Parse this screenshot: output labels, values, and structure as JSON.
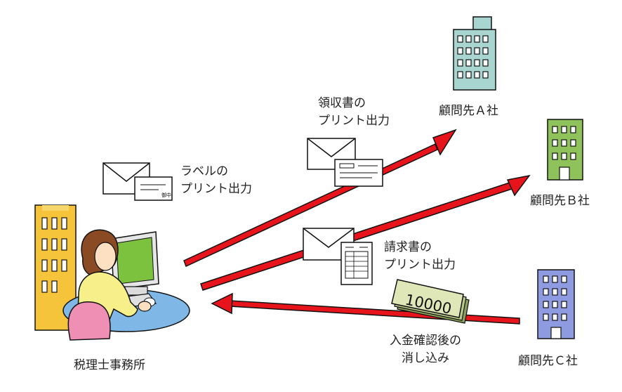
{
  "office_label": "税理士事務所",
  "companies": [
    {
      "name": "顧問先Ａ社",
      "color": "#a8d5d0"
    },
    {
      "name": "顧問先Ｂ社",
      "color": "#8fc25a"
    },
    {
      "name": "顧問先Ｃ社",
      "color": "#8f9be0"
    }
  ],
  "flows": {
    "label_print": {
      "line1": "ラベルの",
      "line2": "プリント出力"
    },
    "receipt_print": {
      "line1": "領収書の",
      "line2": "プリント出力"
    },
    "invoice_print": {
      "line1": "請求書の",
      "line2": "プリント出力"
    },
    "payment": {
      "line1": "入金確認後の",
      "line2": "消し込み",
      "banknote": "10000"
    }
  },
  "label_card_mark": "御中",
  "colors": {
    "arrow": "#e8141c",
    "arrow_stroke": "#111111",
    "wall": "#f5c43a",
    "desk": "#7fb8e6",
    "monitor_screen": "#7cc23f"
  }
}
